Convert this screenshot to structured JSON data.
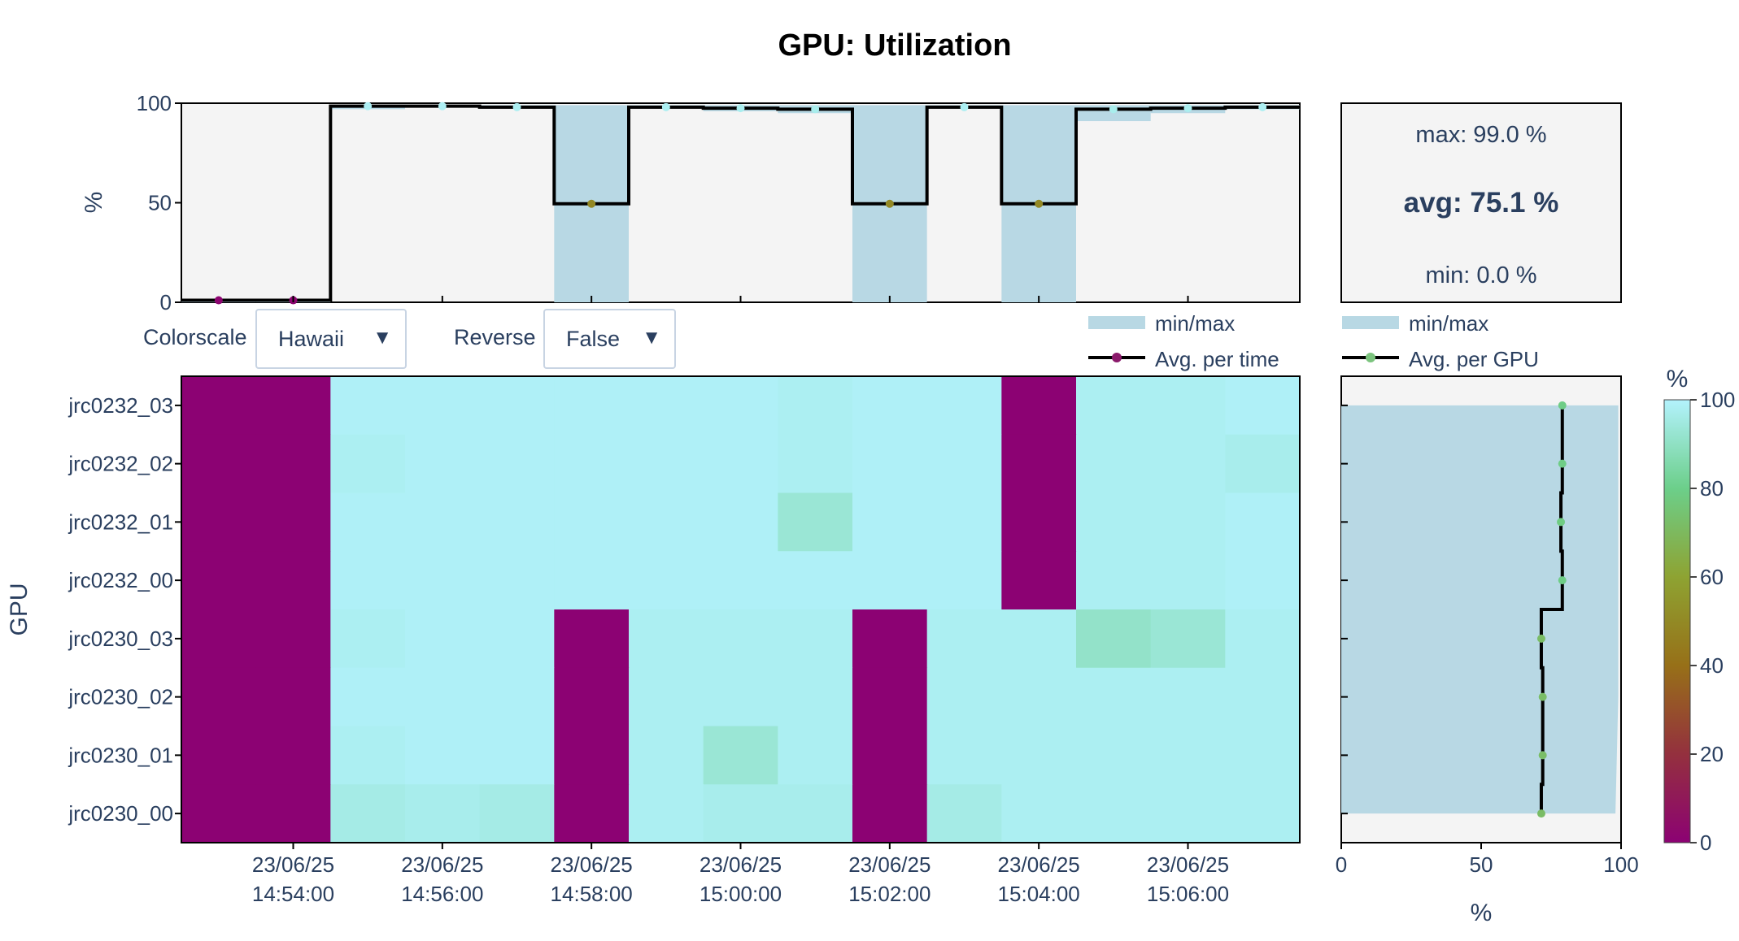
{
  "title": "GPU: Utilization",
  "controls": {
    "colorscale_label": "Colorscale",
    "colorscale_value": "Hawaii",
    "reverse_label": "Reverse",
    "reverse_value": "False",
    "arrow": "▼"
  },
  "stats": {
    "max": "max: 99.0 %",
    "avg": "avg: 75.1 %",
    "min": "min: 0.0 %"
  },
  "legends": {
    "time": {
      "band": "min/max",
      "line": "Avg. per time"
    },
    "gpu": {
      "band": "min/max",
      "line": "Avg. per GPU"
    }
  },
  "colors": {
    "avg_line": "#000000",
    "band": "#b8d8e4",
    "panel_bg": "#f4f4f4",
    "time_marker": "#8b1a6b",
    "gpu_marker": "#7cc47e"
  },
  "chart_data": [
    {
      "type": "line",
      "panel": "avg-per-time",
      "ylabel": "%",
      "ylim": [
        0,
        100
      ],
      "yticks": [
        0,
        50,
        100
      ],
      "x": [
        "14:53:00",
        "14:54:00",
        "14:55:00",
        "14:56:00",
        "14:57:00",
        "14:58:00",
        "14:59:00",
        "15:00:00",
        "15:01:00",
        "15:02:00",
        "15:03:00",
        "15:04:00",
        "15:05:00",
        "15:06:00",
        "15:07:00"
      ],
      "avg": [
        1,
        1,
        98.5,
        98.5,
        98,
        49.5,
        98,
        97.5,
        97,
        49.5,
        98,
        49.5,
        97,
        97.5,
        98
      ],
      "min": [
        0,
        0,
        97,
        98,
        98,
        0,
        98,
        96,
        95,
        0,
        98,
        0,
        91,
        95,
        97
      ],
      "max": [
        1,
        1,
        99,
        99,
        99,
        99,
        99,
        99,
        99,
        99,
        99,
        99,
        99,
        99,
        99
      ]
    },
    {
      "type": "heatmap",
      "panel": "utilization-heatmap",
      "ylabel": "GPU",
      "colorscale": "Hawaii",
      "x_ticks": [
        "23/06/25\n14:54:00",
        "23/06/25\n14:56:00",
        "23/06/25\n14:58:00",
        "23/06/25\n15:00:00",
        "23/06/25\n15:02:00",
        "23/06/25\n15:04:00",
        "23/06/25\n15:06:00"
      ],
      "y": [
        "jrc0232_03",
        "jrc0232_02",
        "jrc0232_01",
        "jrc0232_00",
        "jrc0230_03",
        "jrc0230_02",
        "jrc0230_01",
        "jrc0230_00"
      ],
      "z": [
        [
          0,
          0,
          99,
          99,
          99,
          99,
          99,
          99,
          98,
          99,
          99,
          0,
          98,
          98,
          99
        ],
        [
          0,
          0,
          98,
          99,
          99,
          99,
          99,
          99,
          98,
          99,
          99,
          0,
          98,
          98,
          97
        ],
        [
          0,
          0,
          99,
          99,
          99,
          99,
          99,
          99,
          93,
          99,
          99,
          0,
          98,
          98,
          99
        ],
        [
          0,
          0,
          99,
          99,
          99,
          99,
          99,
          99,
          99,
          99,
          99,
          0,
          98,
          98,
          99
        ],
        [
          0,
          0,
          98,
          99,
          99,
          0,
          98,
          98,
          98,
          0,
          98,
          98,
          91,
          93,
          98
        ],
        [
          0,
          0,
          99,
          99,
          99,
          0,
          98,
          98,
          98,
          0,
          98,
          98,
          98,
          98,
          98
        ],
        [
          0,
          0,
          98,
          99,
          99,
          0,
          98,
          93,
          98,
          0,
          98,
          98,
          98,
          98,
          98
        ],
        [
          0,
          0,
          96,
          97,
          96,
          0,
          98,
          97,
          97,
          0,
          96,
          98,
          98,
          98,
          98
        ]
      ]
    },
    {
      "type": "line",
      "panel": "avg-per-gpu",
      "xlabel": "%",
      "xlim": [
        0,
        100
      ],
      "xticks": [
        0,
        50,
        100
      ],
      "categories": [
        "jrc0232_03",
        "jrc0232_02",
        "jrc0232_01",
        "jrc0232_00",
        "jrc0230_03",
        "jrc0230_02",
        "jrc0230_01",
        "jrc0230_00"
      ],
      "avg": [
        79,
        79,
        78.5,
        79,
        71.5,
        72,
        72,
        71.5
      ],
      "min": [
        0,
        0,
        0,
        0,
        0,
        0,
        0,
        0
      ],
      "max": [
        99,
        99,
        99,
        99,
        99,
        99,
        98.5,
        98
      ]
    },
    {
      "type": "colorbar",
      "title": "%",
      "range": [
        0,
        100
      ],
      "ticks": [
        0,
        20,
        40,
        60,
        80,
        100
      ]
    }
  ]
}
